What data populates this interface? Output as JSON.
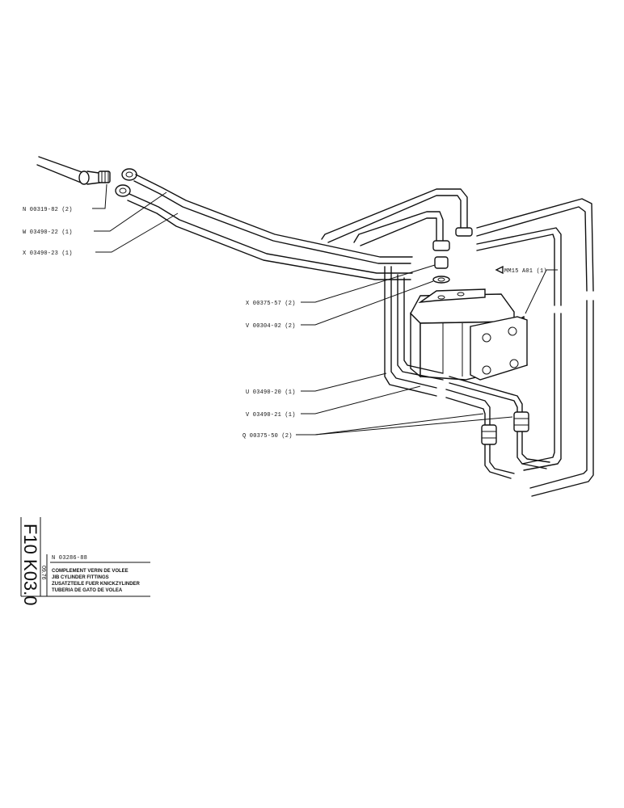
{
  "parts": [
    {
      "ref": "N 00319-82 (2)"
    },
    {
      "ref": "W 03490-22 (1)"
    },
    {
      "ref": "X 03490-23 (1)"
    },
    {
      "ref": "X 00375-57 (2)"
    },
    {
      "ref": "V 00304-02 (2)"
    },
    {
      "ref": "U 03490-20 (1)"
    },
    {
      "ref": "V 03490-21 (1)"
    },
    {
      "ref": "Q 00375-50 (2)"
    },
    {
      "ref": "MM15 A01 (1)"
    }
  ],
  "title_block": {
    "page_code": "F10 K03.0",
    "edition": "09.76",
    "ref_number": "N 03286-88",
    "lines": [
      "COMPLEMENT VERIN DE VOLEE",
      "JIB CYLINDER FITTINGS",
      "ZUSATZTEILE FUER KNICKZYLINDER",
      "TUBERIA DE GATO DE VOLEA"
    ]
  }
}
